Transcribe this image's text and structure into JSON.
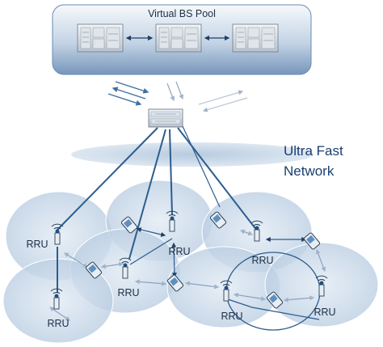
{
  "pool": {
    "title": "Virtual BS Pool",
    "server_count": 3
  },
  "network": {
    "label_line1": "Ultra Fast",
    "label_line2": "Network"
  },
  "rru": {
    "labels": [
      "RRU",
      "RRU",
      "RRU",
      "RRU",
      "RRU",
      "RRU",
      "RRU"
    ]
  },
  "colors": {
    "pool_fill_top": "#f3f7fb",
    "pool_fill_bottom": "#7f9ec0",
    "cell_fill": "#c9d8e8",
    "link_line": "#2d5d8f",
    "arrow": "#3f6f9f"
  },
  "icons": [
    "server-icon",
    "switch-icon",
    "antenna-icon",
    "phone-icon"
  ]
}
